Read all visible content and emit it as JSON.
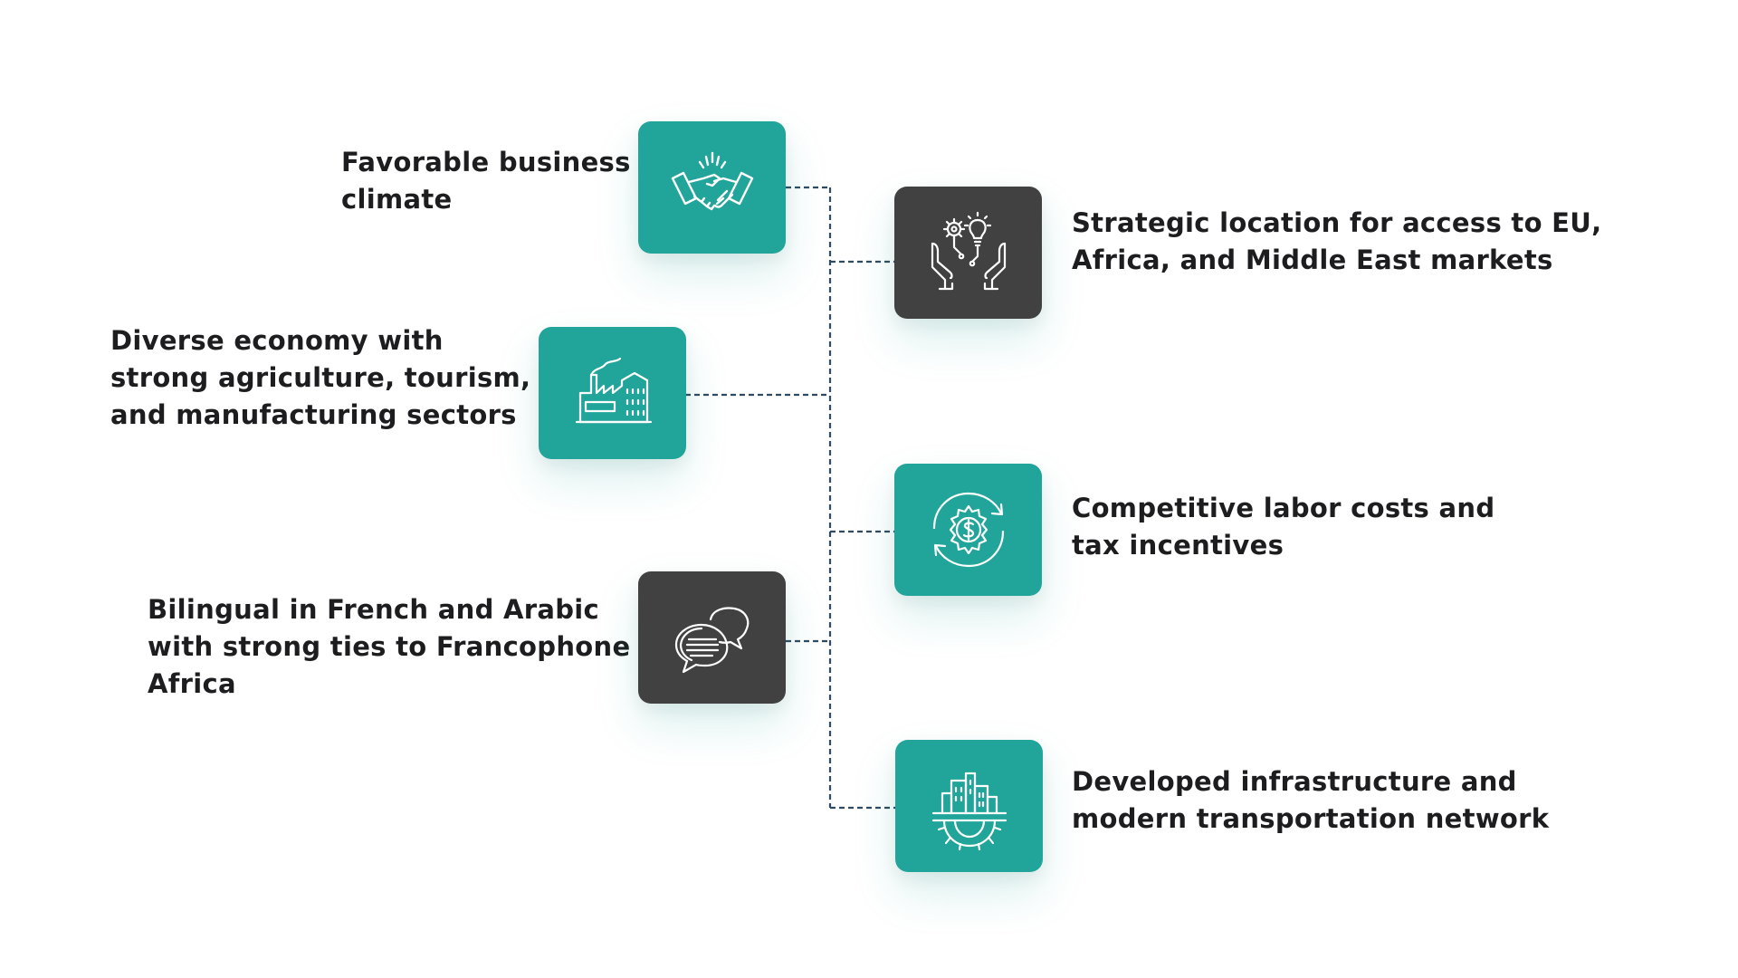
{
  "colors": {
    "teal": "#21a59a",
    "dark": "#414141",
    "connector": "#2f4a63",
    "text": "#1d1d1f"
  },
  "items": [
    {
      "id": "business-climate",
      "text": "Favorable business\nclimate",
      "icon": "handshake-icon",
      "color": "teal"
    },
    {
      "id": "strategic-location",
      "text": "Strategic location for access to EU,\nAfrica, and Middle East markets",
      "icon": "hands-gear-bulb-icon",
      "color": "dark"
    },
    {
      "id": "diverse-economy",
      "text": "Diverse economy with\nstrong agriculture, tourism,\nand manufacturing sectors",
      "icon": "factory-icon",
      "color": "teal"
    },
    {
      "id": "labor-costs",
      "text": "Competitive labor costs and\ntax incentives",
      "icon": "dollar-gear-cycle-icon",
      "color": "teal"
    },
    {
      "id": "bilingual",
      "text": "Bilingual in French and Arabic\nwith strong ties to Francophone\nAfrica",
      "icon": "chat-bubbles-icon",
      "color": "dark"
    },
    {
      "id": "infrastructure",
      "text": "Developed infrastructure and\nmodern transportation network",
      "icon": "city-gear-icon",
      "color": "teal"
    }
  ]
}
